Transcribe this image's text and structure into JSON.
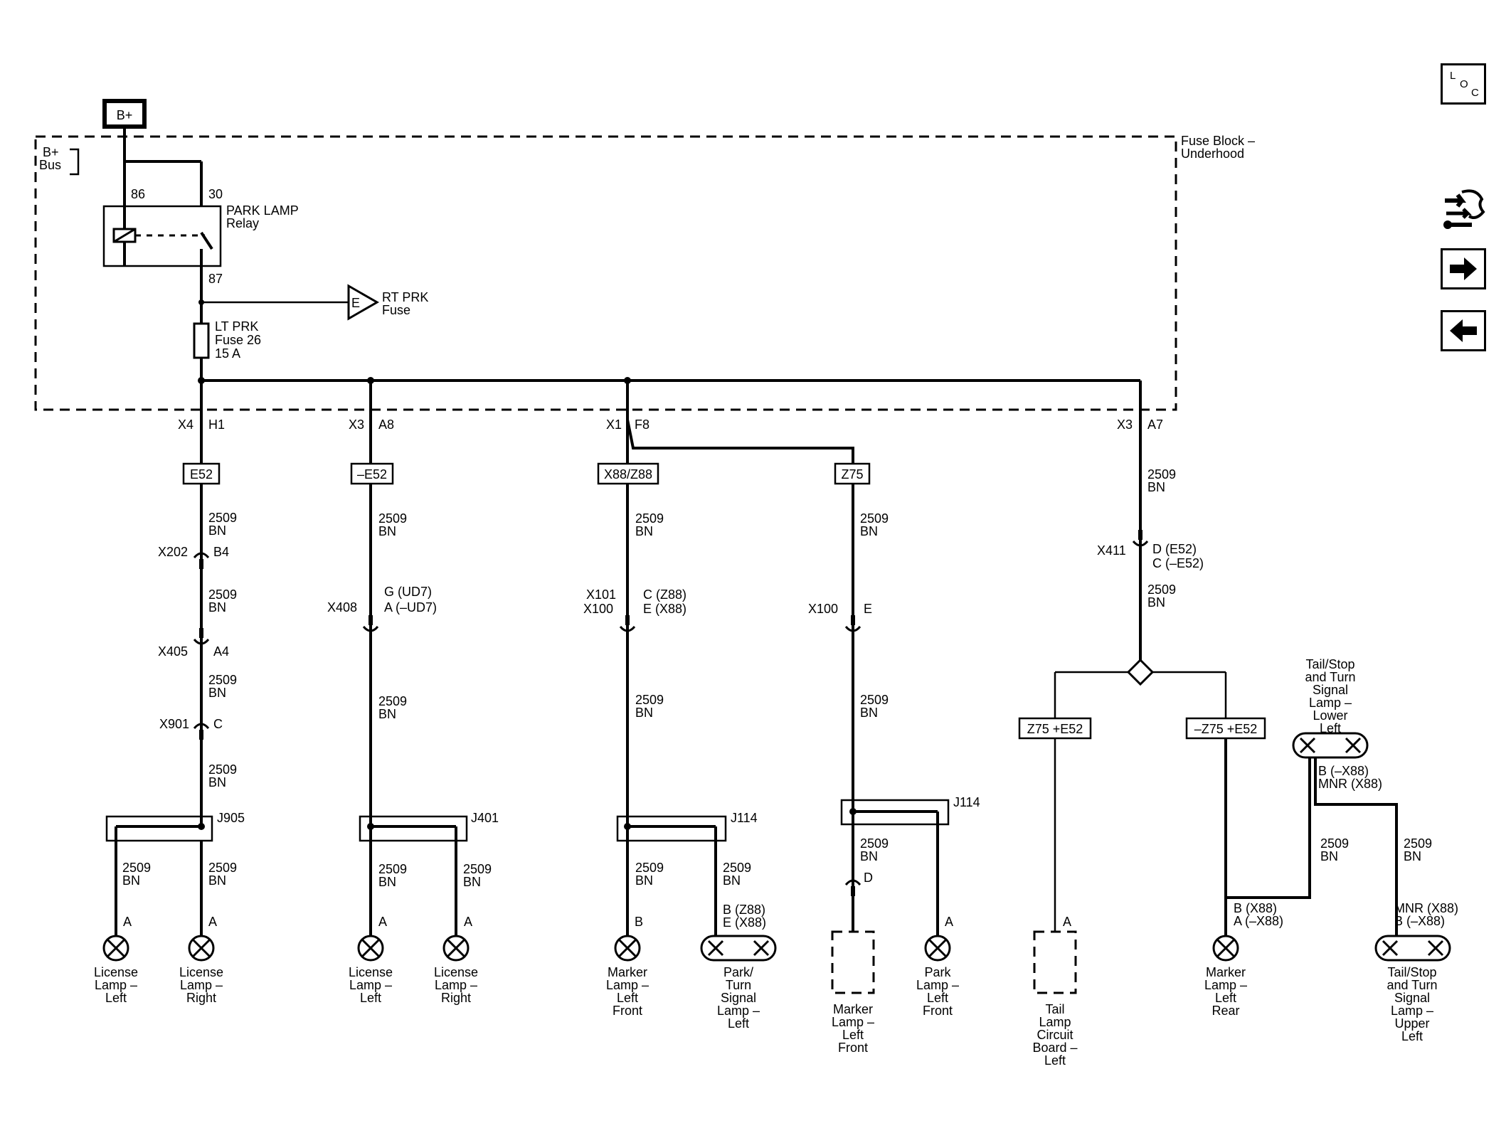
{
  "power": {
    "source": "B+",
    "bus": [
      "B+",
      "Bus"
    ]
  },
  "fuse_block": {
    "label": [
      "Fuse Block –",
      "Underhood"
    ]
  },
  "relay": {
    "label": [
      "PARK LAMP",
      "Relay"
    ],
    "pin86": "86",
    "pin30": "30",
    "pin87": "87"
  },
  "rt_fuse": {
    "letter": "E",
    "label": [
      "RT PRK",
      "Fuse"
    ]
  },
  "lt_fuse": {
    "label": [
      "LT PRK",
      "Fuse 26",
      "15 A"
    ]
  },
  "nav": {
    "loc_l": "L",
    "loc_o": "O",
    "loc_c": "C"
  },
  "branch1": {
    "conn": "X4",
    "pin": "H1",
    "option": "E52",
    "wire": [
      "2509",
      "BN"
    ],
    "x202": "X202",
    "x202_pin": "B4",
    "x405": "X405",
    "x405_pin": "A4",
    "x901": "X901",
    "x901_pin": "C",
    "splice": "J905",
    "lamp_a_pin": "A",
    "lamp_b_pin": "A",
    "lamp_a": [
      "License",
      "Lamp –",
      "Left"
    ],
    "lamp_b": [
      "License",
      "Lamp –",
      "Right"
    ]
  },
  "branch2": {
    "conn": "X3",
    "pin": "A8",
    "option": "–E52",
    "wire": [
      "2509",
      "BN"
    ],
    "x408": "X408",
    "x408_pins": [
      "G (UD7)",
      "A (–UD7)"
    ],
    "splice": "J401",
    "lamp_a_pin": "A",
    "lamp_b_pin": "A",
    "lamp_a": [
      "License",
      "Lamp –",
      "Left"
    ],
    "lamp_b": [
      "License",
      "Lamp –",
      "Right"
    ]
  },
  "branch3": {
    "conn": "X1",
    "pin": "F8",
    "option": "X88/Z88",
    "wire": [
      "2509",
      "BN"
    ],
    "conns": [
      "X101",
      "X100"
    ],
    "conn_pins": [
      "C (Z88)",
      "E (X88)"
    ],
    "splice": "J114",
    "lamp_a_pin": "B",
    "lamp_b_pins": [
      "B (Z88)",
      "E (X88)"
    ],
    "lamp_a": [
      "Marker",
      "Lamp –",
      "Left",
      "Front"
    ],
    "lamp_b": [
      "Park/",
      "Turn",
      "Signal",
      "Lamp –",
      "Left"
    ]
  },
  "branch4": {
    "option": "Z75",
    "wire": [
      "2509",
      "BN"
    ],
    "x100": "X100",
    "x100_pin": "E",
    "splice": "J114",
    "d_pin": "D",
    "lamp_b_pin": "A",
    "lamp_a": [
      "Marker",
      "Lamp –",
      "Left",
      "Front"
    ],
    "lamp_b": [
      "Park",
      "Lamp –",
      "Left",
      "Front"
    ]
  },
  "branch5": {
    "conn": "X3",
    "pin": "A7",
    "wire": [
      "2509",
      "BN"
    ],
    "x411": "X411",
    "x411_pins": [
      "D (E52)",
      "C (–E52)"
    ],
    "opt_left": "Z75 +E52",
    "opt_right": "–Z75 +E52",
    "tail_pin": "A",
    "tail_board": [
      "Tail",
      "Lamp",
      "Circuit",
      "Board –",
      "Left"
    ],
    "marker_pins": [
      "B (X88)",
      "A (–X88)"
    ],
    "marker": [
      "Marker",
      "Lamp –",
      "Left",
      "Rear"
    ],
    "lower_pins": [
      "B (–X88)",
      "MNR (X88)"
    ],
    "lower_lamp": [
      "Tail/Stop",
      "and Turn",
      "Signal",
      "Lamp –",
      "Lower",
      "Left"
    ],
    "upper_pins": [
      "MNR (X88)",
      "B (–X88)"
    ],
    "upper_lamp": [
      "Tail/Stop",
      "and Turn",
      "Signal",
      "Lamp –",
      "Upper",
      "Left"
    ]
  }
}
